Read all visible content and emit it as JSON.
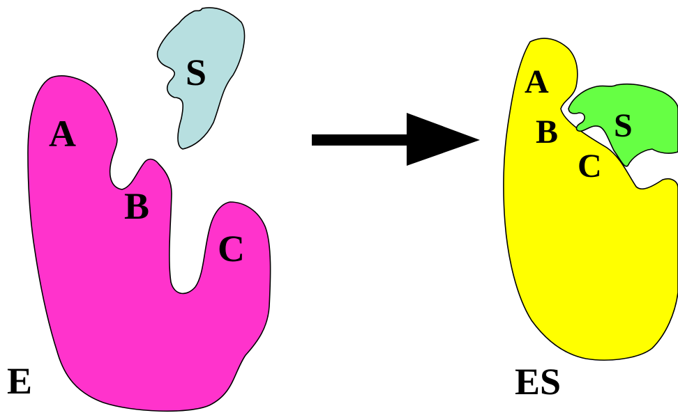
{
  "diagram": {
    "left": {
      "enzyme_label": "E",
      "substrate_label": "S",
      "site_labels": [
        "A",
        "B",
        "C"
      ],
      "enzyme_color": "#ff33cc",
      "substrate_color": "#b7dfe0"
    },
    "right": {
      "complex_label": "ES",
      "substrate_label": "S",
      "site_labels": [
        "A",
        "B",
        "C"
      ],
      "enzyme_color": "#ffff00",
      "substrate_color": "#66ff44"
    },
    "arrow_color": "#000000"
  }
}
